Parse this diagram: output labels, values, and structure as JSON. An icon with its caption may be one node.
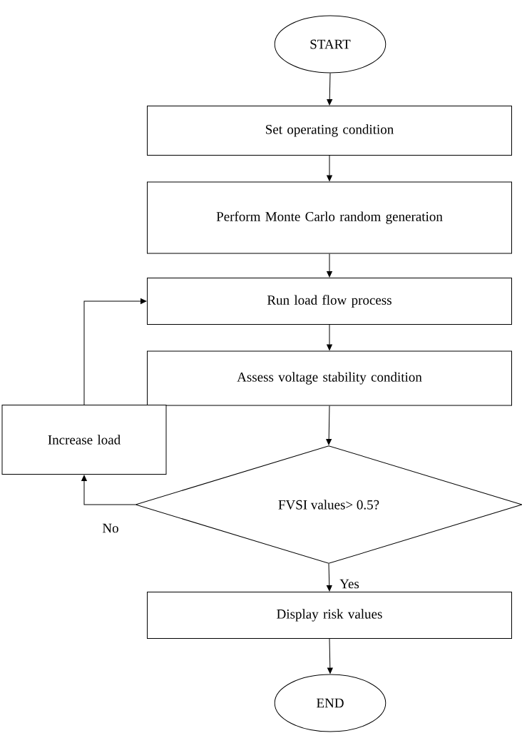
{
  "diagram": {
    "nodes": [
      {
        "text": [
          "START"
        ]
      },
      {
        "text": [
          "Set operating condition"
        ]
      },
      {
        "text": [
          "Perform Monte Carlo random generation"
        ]
      },
      {
        "text": [
          "Run load flow process"
        ]
      },
      {
        "text": [
          "Assess voltage stability condition"
        ]
      },
      {
        "text": [
          "Increase load"
        ]
      },
      {
        "text": [
          "FVSI values> 0.5?"
        ]
      },
      {
        "text": [
          "Display risk values"
        ]
      },
      {
        "text": [
          "END"
        ]
      }
    ],
    "edges": [
      {
        "from": 0,
        "to": 1,
        "arrow": "to"
      },
      {
        "from": 1,
        "to": 2,
        "arrow": "to"
      },
      {
        "from": 2,
        "to": 3,
        "arrow": "to"
      },
      {
        "from": 3,
        "to": 4,
        "arrow": "to"
      },
      {
        "from": 4,
        "to": 6,
        "arrow": "to"
      },
      {
        "from": 6,
        "to": 7,
        "arrow": "to",
        "label": "Yes"
      },
      {
        "from": 6,
        "to": 5,
        "arrow": "to",
        "label": "No"
      },
      {
        "from": 5,
        "to": 3,
        "arrow": "to"
      },
      {
        "from": 7,
        "to": 8,
        "arrow": "to"
      }
    ]
  }
}
